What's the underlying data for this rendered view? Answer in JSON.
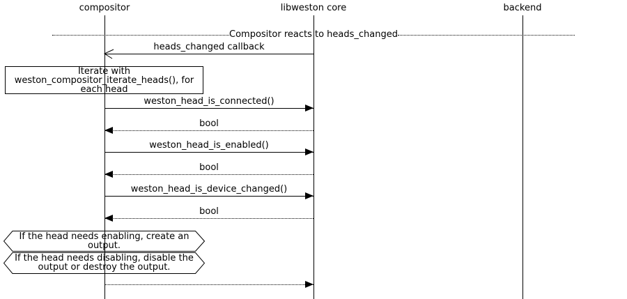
{
  "diagram_type": "uml-sequence-diagram",
  "colors": {
    "background": "#ffffff",
    "line": "#000000",
    "text": "#000000"
  },
  "participants": [
    {
      "label": "compositor"
    },
    {
      "label": "libweston core"
    },
    {
      "label": "backend"
    }
  ],
  "divider": {
    "label": "Compositor reacts to heads_changed"
  },
  "notes": {
    "iterate": {
      "text": "Iterate with weston_compositor_iterate_heads(), for each head",
      "lines": [
        "Iterate with",
        "weston_compositor_iterate_heads(), for",
        "each head"
      ]
    },
    "enable": {
      "text": "If the head needs enabling, create an output.",
      "lines": [
        "If the head needs enabling, create an",
        "output."
      ]
    },
    "disable": {
      "text": "If the head needs disabling, disable the output or destroy the output.",
      "lines": [
        "If the head needs disabling, disable the",
        "output or destroy the output."
      ]
    }
  },
  "messages": [
    {
      "label": "heads_changed callback",
      "from": "libweston core",
      "to": "compositor",
      "line": "solid",
      "arrowhead": "open"
    },
    {
      "label": "weston_head_is_connected()",
      "from": "compositor",
      "to": "libweston core",
      "line": "solid",
      "arrowhead": "filled"
    },
    {
      "label": "bool",
      "from": "libweston core",
      "to": "compositor",
      "line": "dotted",
      "arrowhead": "filled"
    },
    {
      "label": "weston_head_is_enabled()",
      "from": "compositor",
      "to": "libweston core",
      "line": "solid",
      "arrowhead": "filled"
    },
    {
      "label": "bool",
      "from": "libweston core",
      "to": "compositor",
      "line": "dotted",
      "arrowhead": "filled"
    },
    {
      "label": "weston_head_is_device_changed()",
      "from": "compositor",
      "to": "libweston core",
      "line": "solid",
      "arrowhead": "filled"
    },
    {
      "label": "bool",
      "from": "libweston core",
      "to": "compositor",
      "line": "dotted",
      "arrowhead": "filled"
    },
    {
      "label": "",
      "from": "compositor",
      "to": "libweston core",
      "line": "dotted",
      "arrowhead": "filled"
    }
  ]
}
